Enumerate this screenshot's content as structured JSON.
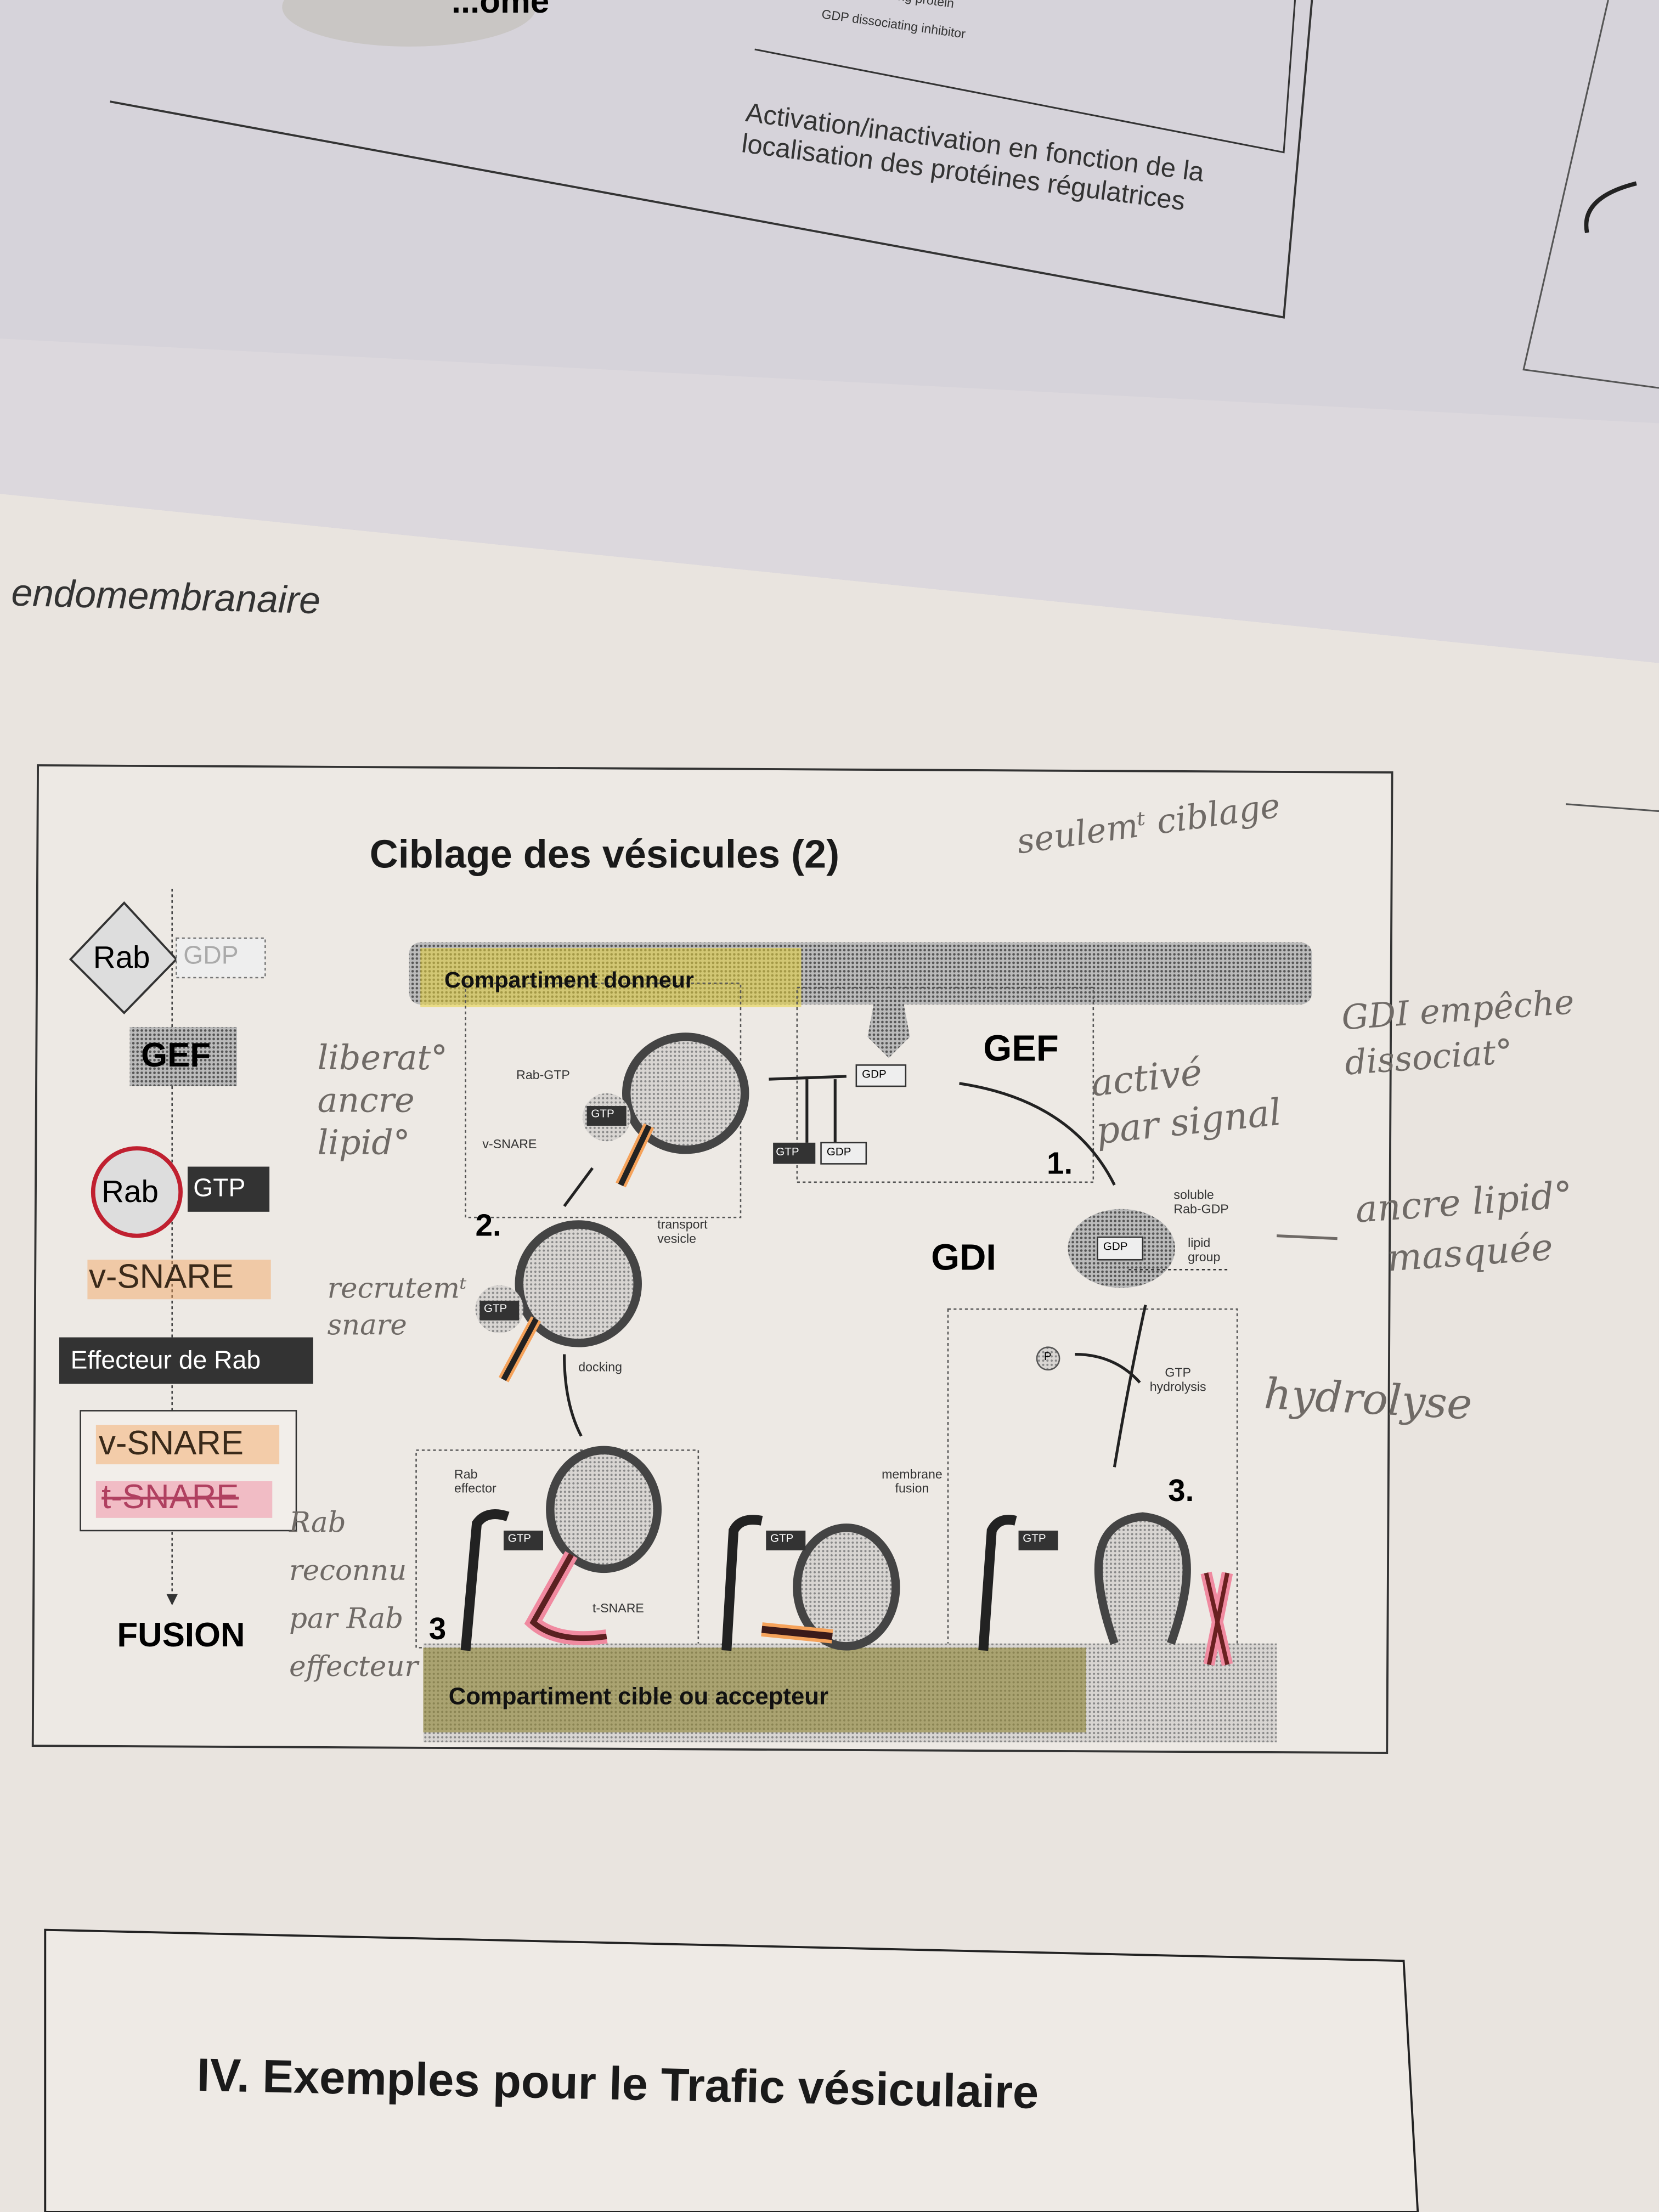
{
  "top_page": {
    "legend_line1": "...ling protein",
    "legend_line2": "GDP dissociating inhibitor",
    "caption": [
      "Activation/inactivation en fonction de la",
      "localisation des protéines régulatrices"
    ],
    "partial_label": "...ome"
  },
  "page": {
    "section_fragment": "endomembranaire",
    "figure": {
      "title": "Ciblage des vésicules (2)",
      "legend": {
        "rab": "Rab",
        "gdp": "GDP",
        "gef": "GEF",
        "rab2": "Rab",
        "gtp": "GTP",
        "vsnare": "v-SNARE",
        "effecteur": "Effecteur de Rab",
        "box_vsnare": "v-SNARE",
        "box_tsnare": "t-SNARE",
        "fusion": "FUSION"
      },
      "diagram": {
        "donor": "Compartiment donneur",
        "acceptor": "Compartiment cible ou accepteur",
        "gef": "GEF",
        "gdi": "GDI",
        "step1": "1.",
        "step2": "2.",
        "step3": "3.",
        "step3b": "3",
        "rab_gtp": "Rab-GTP",
        "v_snare": "v-SNARE",
        "transport_vesicle": [
          "transport",
          "vesicle"
        ],
        "docking": "docking",
        "soluble": [
          "soluble",
          "Rab-GDP"
        ],
        "lipid": [
          "lipid",
          "group"
        ],
        "gtp_hydrolysis": [
          "GTP",
          "hydrolysis"
        ],
        "membrane_fusion": [
          "membrane",
          "fusion"
        ],
        "rab_effector": [
          "Rab",
          "effector"
        ],
        "t_snare": "t-SNARE",
        "gtp": "GTP",
        "gdp": "GDP",
        "pi": "P"
      },
      "handwritten": {
        "seulement": "seulemᵗ ciblage",
        "liberation": [
          "liberat°",
          "ancre",
          "lipid°"
        ],
        "recrutement": [
          "recrutemᵗ",
          "snare"
        ],
        "rab_reconnu": [
          "Rab",
          "reconnu",
          "par Rab",
          "effecteur"
        ],
        "active": [
          "activé",
          "par signal"
        ],
        "gdi_empeche": [
          "GDI empêche",
          "dissociat°"
        ],
        "ancre_masquee": [
          "ancre lipid°",
          "masquée"
        ],
        "arrow": "⟶",
        "hydrolyse": "hydrolyse"
      }
    }
  },
  "next_section": {
    "title": "IV. Exemples pour  le Trafic vésiculaire"
  },
  "colors": {
    "paper": "#ece7e2",
    "highlight_yellow": "#e6d23a",
    "highlight_orange": "#f5a25a",
    "highlight_pink": "#f08aa0",
    "ink": "#1a1a1a"
  }
}
